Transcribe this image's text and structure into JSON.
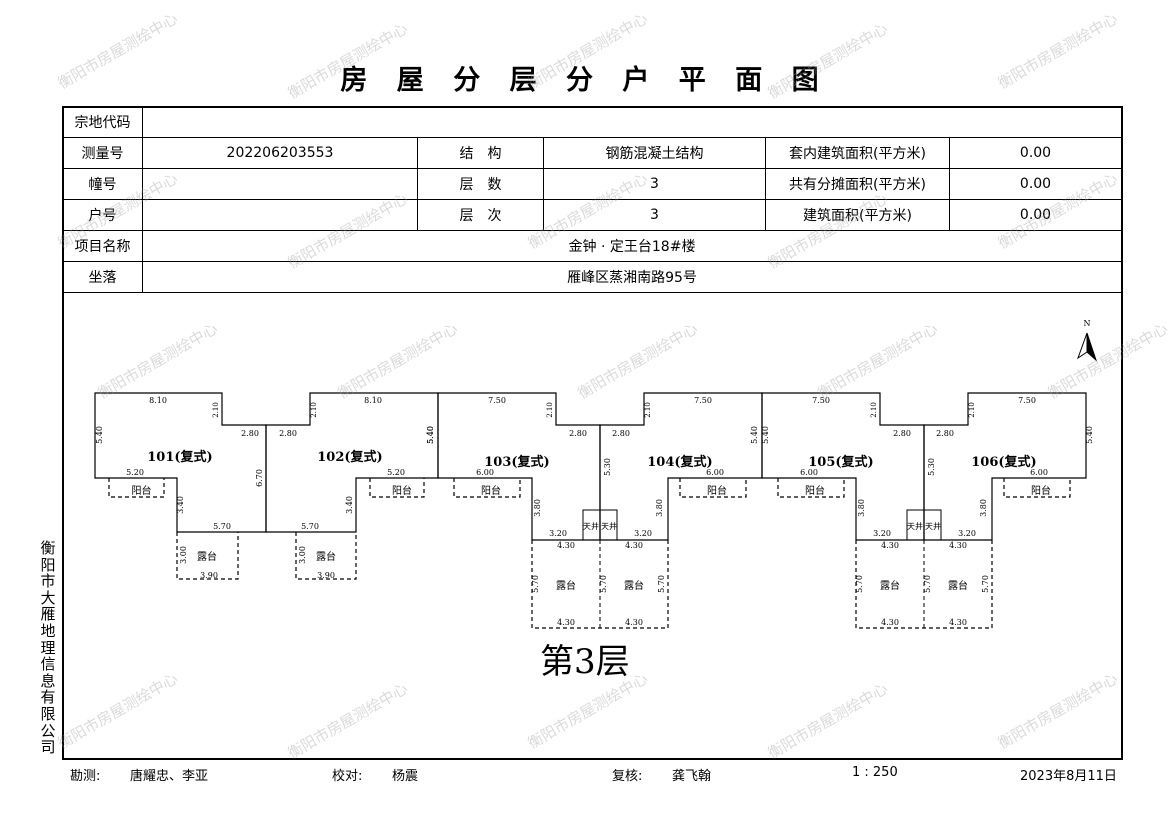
{
  "title": "房 屋 分 层 分 户 平 面 图",
  "info": {
    "parcel_code_label": "宗地代码",
    "parcel_code": "",
    "survey_no_label": "测量号",
    "survey_no": "202206203553",
    "structure_label": "结　构",
    "structure": "钢筋混凝土结构",
    "inner_area_label": "套内建筑面积(平方米)",
    "inner_area": "0.00",
    "building_no_label": "幢号",
    "building_no": "",
    "floors_label": "层　数",
    "floors": "3",
    "shared_area_label": "共有分摊面积(平方米)",
    "shared_area": "0.00",
    "unit_no_label": "户号",
    "unit_no": "",
    "floor_label": "层　次",
    "floor": "3",
    "building_area_label": "建筑面积(平方米)",
    "building_area": "0.00",
    "project_label": "项目名称",
    "project": "金钟 · 定王台18#楼",
    "location_label": "坐落",
    "location": "雁峰区蒸湘南路95号"
  },
  "plan": {
    "north": "N",
    "floor_title": "第3层",
    "balcony": "阳台",
    "terrace": "露台",
    "lightwell": "天井",
    "units": [
      {
        "label": "101(复式)",
        "dims": [
          "8.10",
          "2.10",
          "2.80",
          "5.40",
          "5.20",
          "6.70",
          "3.40",
          "5.70",
          "3.00",
          "3.90"
        ]
      },
      {
        "label": "102(复式)",
        "dims": [
          "8.10",
          "2.10",
          "2.80",
          "5.40",
          "5.20",
          "3.40",
          "5.70",
          "3.00",
          "3.90"
        ]
      },
      {
        "label": "103(复式)",
        "dims": [
          "7.50",
          "2.10",
          "2.80",
          "5.40",
          "6.00",
          "3.80",
          "3.20",
          "4.30",
          "5.70",
          "4.30",
          "5.30"
        ]
      },
      {
        "label": "104(复式)",
        "dims": [
          "7.50",
          "2.10",
          "2.80",
          "5.40",
          "6.00",
          "3.80",
          "3.20",
          "4.30",
          "5.70",
          "4.30",
          "5.70"
        ]
      },
      {
        "label": "105(复式)",
        "dims": [
          "7.50",
          "2.10",
          "2.80",
          "5.40",
          "6.00",
          "3.80",
          "3.20",
          "4.30",
          "5.70",
          "4.30",
          "5.30"
        ]
      },
      {
        "label": "106(复式)",
        "dims": [
          "7.50",
          "2.10",
          "2.80",
          "5.40",
          "6.00",
          "3.80",
          "3.20",
          "4.30",
          "5.70",
          "4.30",
          "5.70"
        ]
      }
    ]
  },
  "company": "衡阳市大雁地理信息有限公司",
  "watermark": "衡阳市房屋测绘中心",
  "footer": {
    "surveyor_label": "勘测:",
    "surveyor": "唐耀忠、李亚",
    "checker_label": "校对:",
    "checker": "杨震",
    "reviewer_label": "复核:",
    "reviewer": "龚飞翰",
    "scale": "1 : 250",
    "date": "2023年8月11日"
  }
}
